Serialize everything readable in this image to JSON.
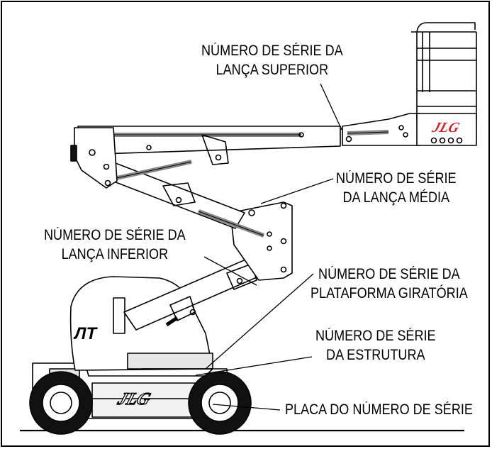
{
  "labels": {
    "upper_boom": {
      "line1": "NÚMERO DE SÉRIE DA",
      "line2": "LANÇA SUPERIOR"
    },
    "mid_boom": {
      "line1": "NÚMERO DE SÉRIE",
      "line2": "DA LANÇA MÉDIA"
    },
    "lower_boom": {
      "line1": "NÚMERO DE SÉRIE DA",
      "line2": "LANÇA INFERIOR"
    },
    "turntable": {
      "line1": "NÚMERO DE SÉRIE DA",
      "line2": "PLATAFORMA GIRATÓRIA"
    },
    "frame": {
      "line1": "NÚMERO DE SÉRIE",
      "line2": "DA ESTRUTURA"
    },
    "plate": {
      "line1": "PLACA DO NÚMERO DE SÉRIE"
    }
  },
  "logos": {
    "brand": "JLG"
  },
  "colors": {
    "line": "#000000",
    "logo_red": "#d2232a",
    "shade": "#d9d9d9"
  }
}
